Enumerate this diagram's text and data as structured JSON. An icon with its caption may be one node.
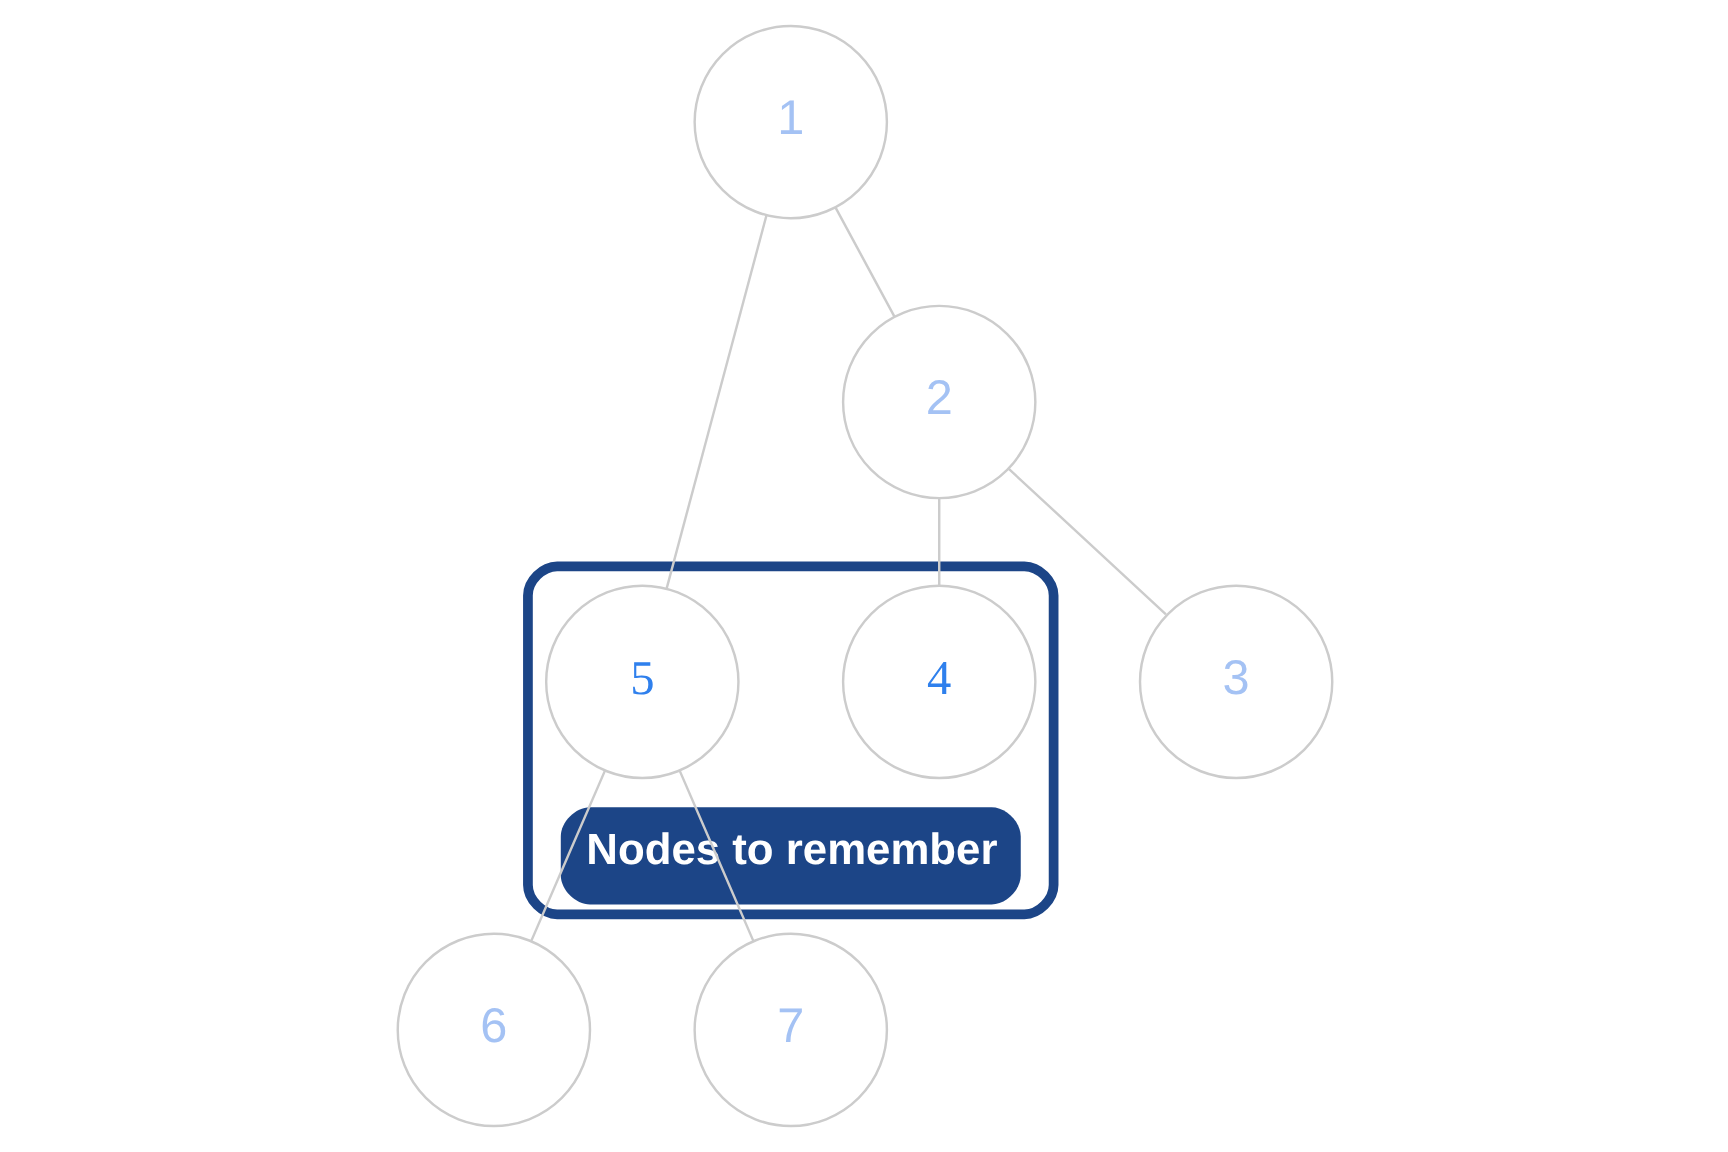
{
  "diagram": {
    "nodes": [
      {
        "text": [
          "1"
        ]
      },
      {
        "text": [
          "2"
        ]
      },
      {
        "text": [
          "Nodes to remember"
        ]
      },
      {
        "text": [
          "5"
        ],
        "in": 2
      },
      {
        "text": [
          "3"
        ]
      },
      {
        "text": [
          "4"
        ],
        "in": 2
      },
      {
        "text": [
          "6"
        ]
      },
      {
        "text": [
          "7"
        ]
      }
    ],
    "edges": [
      {
        "from": 0,
        "to": 1,
        "arrow": "none"
      },
      {
        "from": 0,
        "to": 3,
        "arrow": "none"
      },
      {
        "from": 1,
        "to": 4,
        "arrow": "none"
      },
      {
        "from": 1,
        "to": 5,
        "arrow": "none"
      },
      {
        "from": 3,
        "to": 6,
        "arrow": "none"
      },
      {
        "from": 3,
        "to": 7,
        "arrow": "none"
      }
    ]
  }
}
